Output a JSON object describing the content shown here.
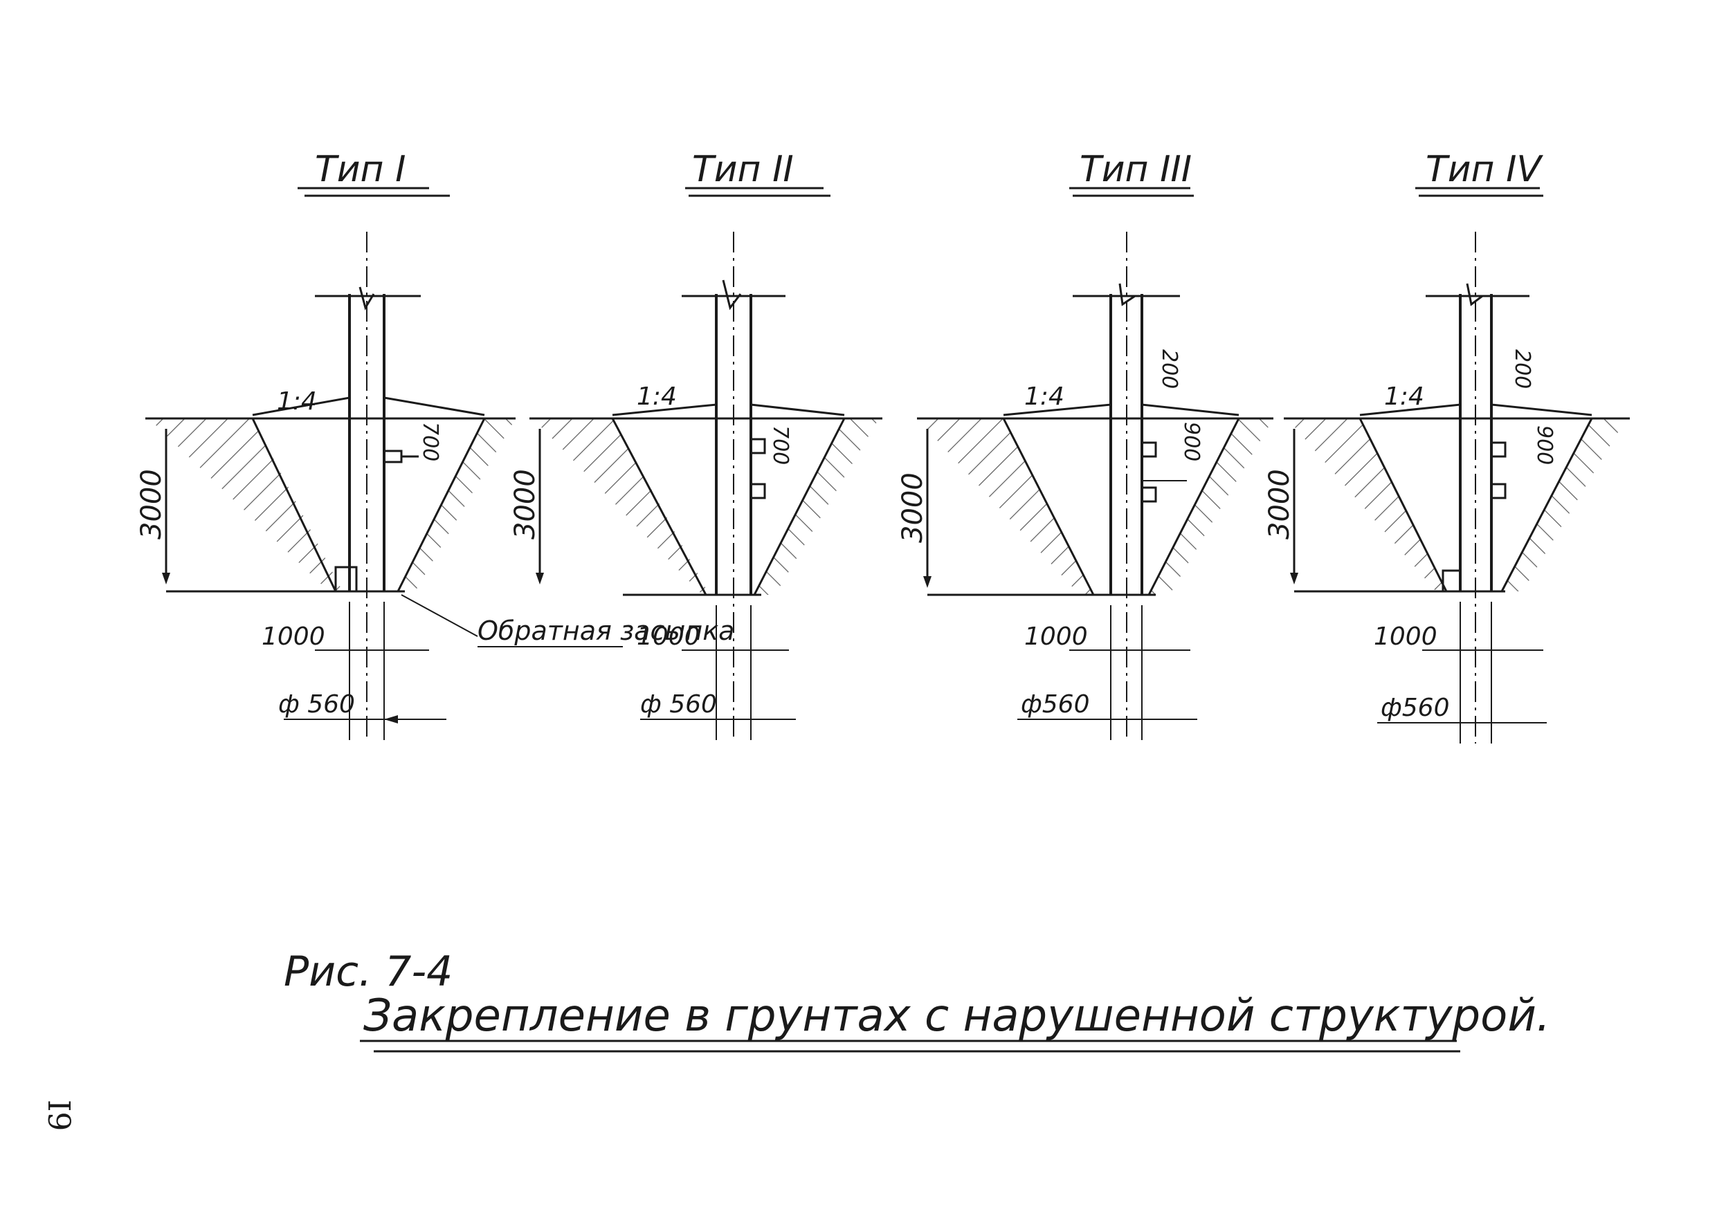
{
  "figure": {
    "number": "Рис. 7-4",
    "caption": "Закрепление в грунтах с нарушенной структурой."
  },
  "page_number": "I9",
  "types": [
    {
      "title": "Тип I",
      "slope": "1:4",
      "depth": "3000",
      "bottom_width": "1000",
      "diameter": "ф 560",
      "anchor_offsets": [
        "700"
      ],
      "note": "Обратная засыпка"
    },
    {
      "title": "Тип II",
      "slope": "1:4",
      "depth": "3000",
      "bottom_width": "1000",
      "diameter": "ф 560",
      "anchor_offsets": [
        "700"
      ]
    },
    {
      "title": "Тип III",
      "slope": "1:4",
      "depth": "3000",
      "bottom_width": "1000",
      "diameter": "ф560",
      "anchor_offsets": [
        "200",
        "900"
      ]
    },
    {
      "title": "Тип IV",
      "slope": "1:4",
      "depth": "3000",
      "bottom_width": "1000",
      "diameter": "ф560",
      "anchor_offsets": [
        "200",
        "900"
      ]
    }
  ]
}
